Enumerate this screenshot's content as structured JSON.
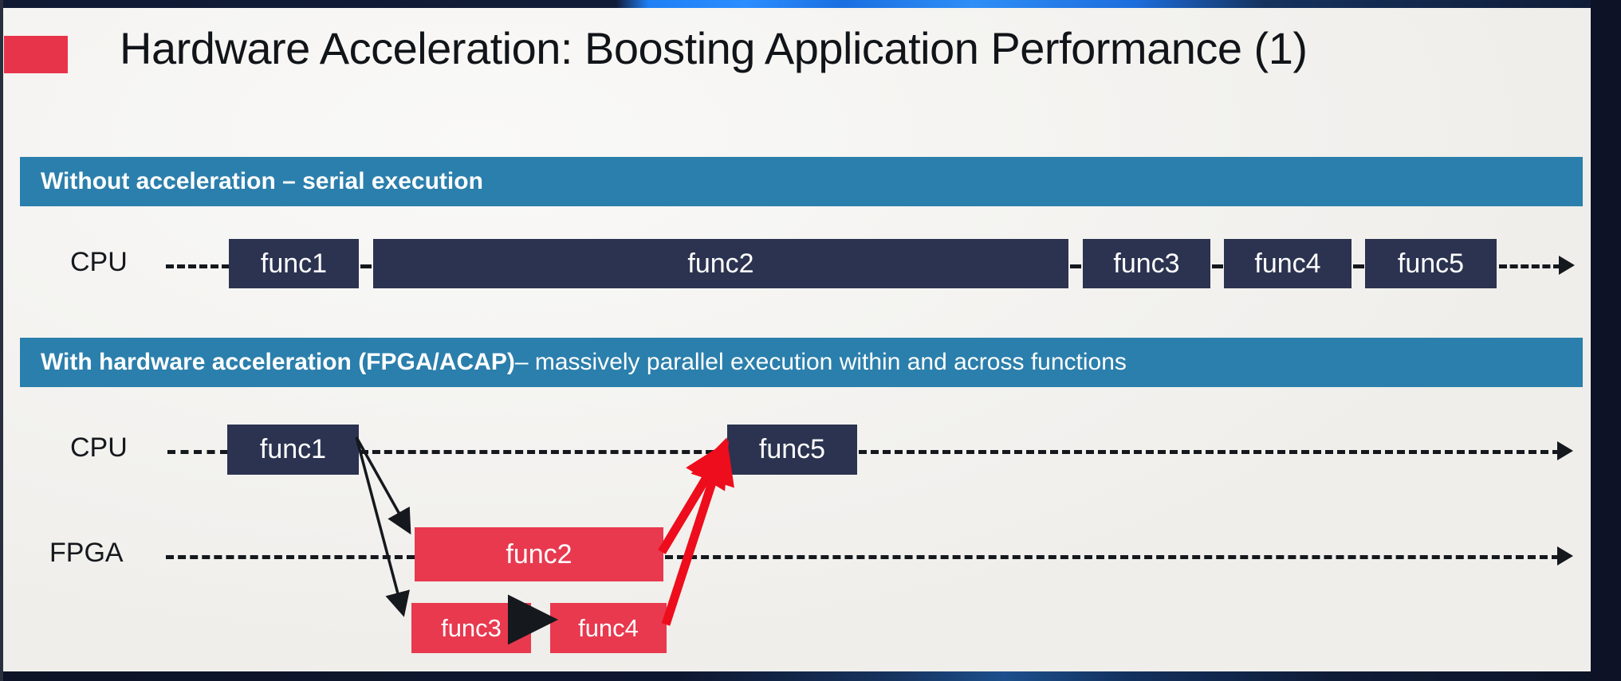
{
  "slide": {
    "title": "Hardware Acceleration: Boosting Application Performance (1)",
    "accent_color": "#e8344a",
    "banner_color": "#2b7fac",
    "cpu_block_color": "#2b3350",
    "fpga_block_color": "#e8394f"
  },
  "section_serial": {
    "banner_bold": "Without acceleration – serial execution",
    "banner_light": "",
    "row_label": "CPU",
    "blocks": [
      {
        "label": "func1"
      },
      {
        "label": "func2"
      },
      {
        "label": "func3"
      },
      {
        "label": "func4"
      },
      {
        "label": "func5"
      }
    ]
  },
  "section_accelerated": {
    "banner_bold": "With hardware acceleration (FPGA/ACAP)",
    "banner_light": " – massively parallel execution within and across functions",
    "cpu_row_label": "CPU",
    "fpga_row_label": "FPGA",
    "cpu_blocks": [
      {
        "label": "func1"
      },
      {
        "label": "func5"
      }
    ],
    "fpga_blocks": [
      {
        "label": "func2"
      },
      {
        "label": "func3"
      },
      {
        "label": "func4"
      }
    ]
  }
}
